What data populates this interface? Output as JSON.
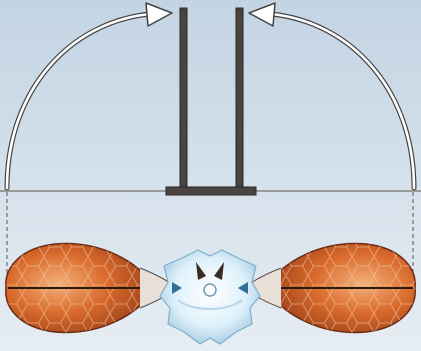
{
  "scene": {
    "background_top": "#c3d4e3",
    "background_bottom": "#e6edf3",
    "ground_line": "#9a9a9a",
    "guide_line": "#555555",
    "arrow_fill": "#ffffff",
    "arrow_stroke": "#444444",
    "wing_orange": "#d96a2c",
    "wing_dark": "#8a3515",
    "wing_light": "#f3b07a",
    "body_blue": "#dff1fb",
    "body_shade": "#9fc7de",
    "rail_color": "#4a4440",
    "rail_edge": "#2b2623"
  },
  "illustration": {
    "parts": [
      "left-rotation-arrow-icon",
      "right-rotation-arrow-icon",
      "u-bracket-stand",
      "left-wing",
      "right-wing",
      "central-hub"
    ]
  }
}
